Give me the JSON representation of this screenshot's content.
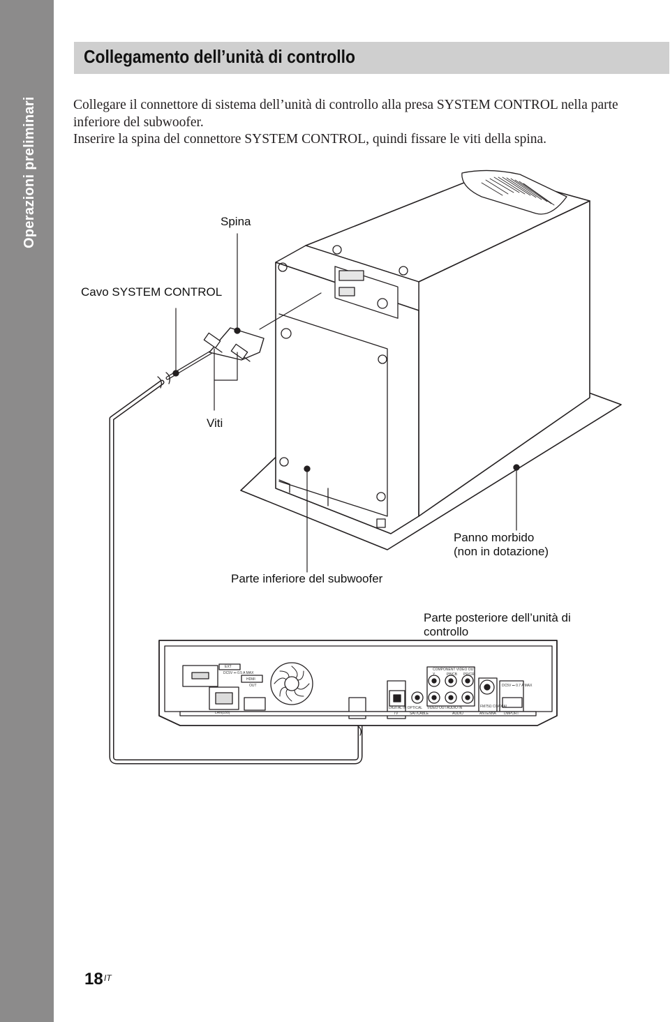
{
  "side_tab": {
    "label": "Operazioni preliminari"
  },
  "section": {
    "title": "Collegamento dell’unità di controllo"
  },
  "intro": {
    "line1": "Collegare il connettore di sistema dell’unità di controllo alla presa SYSTEM CONTROL nella parte inferiore del subwoofer.",
    "line2": "Inserire la spina del connettore SYSTEM CONTROL, quindi fissare le viti della spina."
  },
  "callouts": {
    "spina": "Spina",
    "cavo": "Cavo SYSTEM CONTROL",
    "viti": "Viti",
    "panno_1": "Panno morbido",
    "panno_2": "(non in dotazione)",
    "parte_inferiore": "Parte inferiore del subwoofer",
    "parte_posteriore_1": "Parte posteriore dell’unità di",
    "parte_posteriore_2": "controllo"
  },
  "rear_panel_labels": {
    "ext": "EXT",
    "dc_ext": "DC5V ⎓ 0.5 A MAX",
    "hdmi": "HDMI",
    "hdmi_out": "OUT",
    "lan": "LAN(100)",
    "component": "COMPONENT VIDEO OUT",
    "y": "Y",
    "pb": "PB/CB",
    "pr": "PR/CR",
    "digital_in": "DIGITAL IN OPTICAL",
    "tv": "TV",
    "sat_cable": "SAT/CABLE",
    "video_out": "VIDEO OUT",
    "audio_in": "AUDIO IN",
    "audio": "AUDIO",
    "fm_coaxial": "FM75Ω COAXIAL",
    "antenna": "ANTENNA",
    "dc_dmport": "DC5V ⎓ 0.7 A MAX",
    "dmport": "DMPORT"
  },
  "page": {
    "number": "18",
    "suffix": "IT"
  }
}
